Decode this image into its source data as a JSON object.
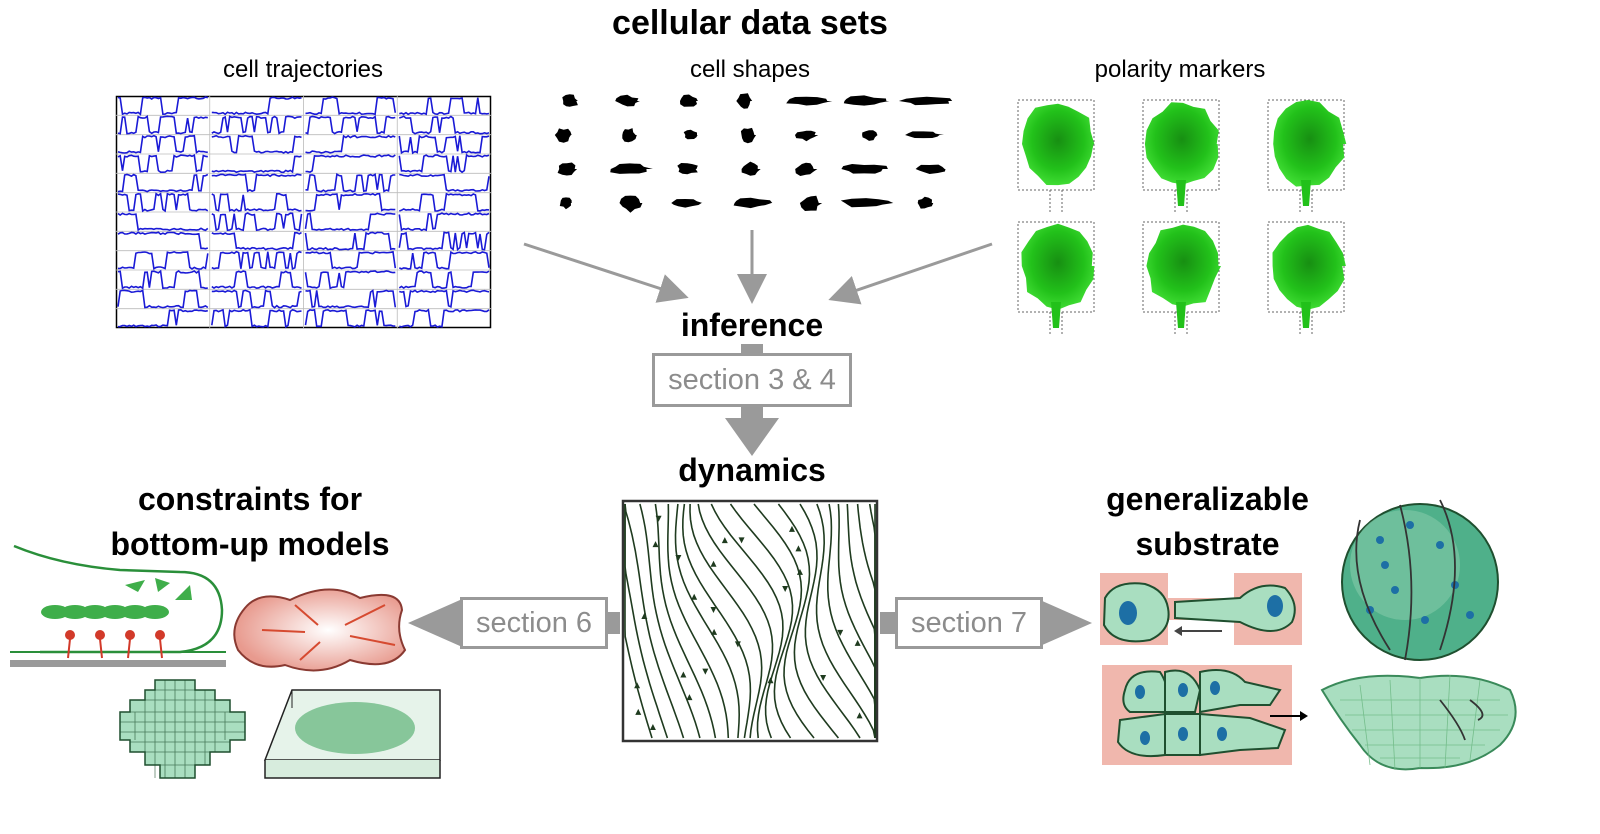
{
  "title": "cellular data sets",
  "panels": {
    "trajectories_label": "cell trajectories",
    "shapes_label": "cell shapes",
    "polarity_label": "polarity markers"
  },
  "flow": {
    "inference": "inference",
    "section_inference": "section 3 & 4",
    "dynamics": "dynamics",
    "section_left": "section 6",
    "section_right": "section 7"
  },
  "left_block": {
    "title_line1": "constraints for",
    "title_line2": "bottom-up models"
  },
  "right_block": {
    "title_line1": "generalizable",
    "title_line2": "substrate"
  },
  "colors": {
    "trajectory_blue": "#1a1ad6",
    "polarity_green": "#22c11a",
    "arrow_gray": "#9a9a9a",
    "cell_green": "#a9dec0",
    "substrate_pink": "#f0b7ad",
    "streamline": "#1f3b1f"
  }
}
